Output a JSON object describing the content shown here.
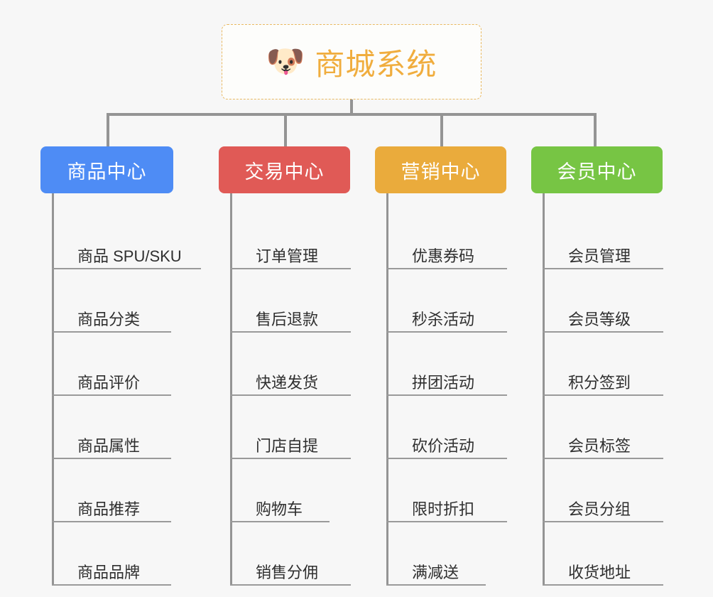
{
  "page": {
    "background_color": "#f7f7f7",
    "line_color": "#949494"
  },
  "root": {
    "icon": "dog-face-emoji",
    "icon_glyph": "🐶",
    "title": "商城系统",
    "title_color": "#f0ad3e",
    "border_color": "#e9b961"
  },
  "columns": [
    {
      "header": "商品中心",
      "color": "#4e8cf5",
      "items": [
        "商品 SPU/SKU",
        "商品分类",
        "商品评价",
        "商品属性",
        "商品推荐",
        "商品品牌"
      ]
    },
    {
      "header": "交易中心",
      "color": "#e05a56",
      "items": [
        "订单管理",
        "售后退款",
        "快递发货",
        "门店自提",
        "购物车",
        "销售分佣"
      ]
    },
    {
      "header": "营销中心",
      "color": "#eaab3c",
      "items": [
        "优惠券码",
        "秒杀活动",
        "拼团活动",
        "砍价活动",
        "限时折扣",
        "满减送"
      ]
    },
    {
      "header": "会员中心",
      "color": "#77c544",
      "items": [
        "会员管理",
        "会员等级",
        "积分签到",
        "会员标签",
        "会员分组",
        "收货地址"
      ]
    }
  ]
}
